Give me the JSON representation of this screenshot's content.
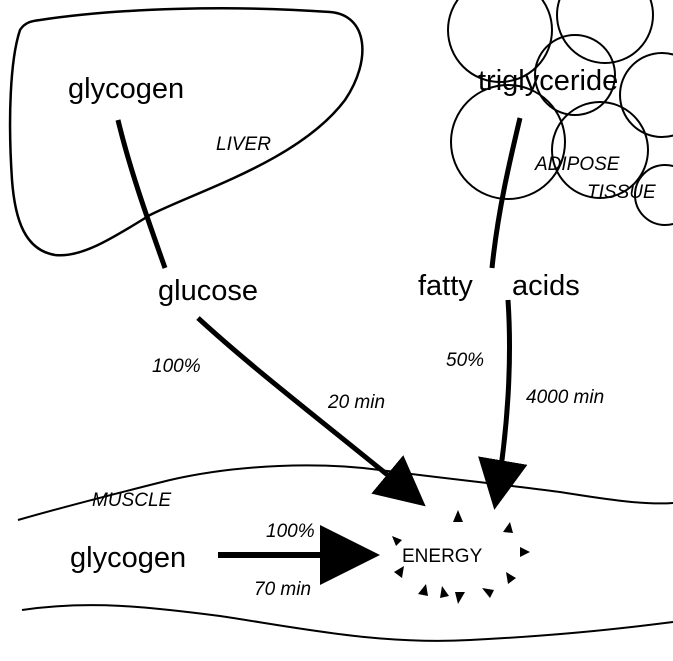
{
  "liver": {
    "substrate": "glycogen",
    "organ_label": "LIVER",
    "product": "glucose",
    "percent": "100%",
    "time": "20 min"
  },
  "adipose": {
    "substrate": "triglyceride",
    "organ_label_line1": "ADIPOSE",
    "organ_label_line2": "TISSUE",
    "product_word1": "fatty",
    "product_word2": "acids",
    "percent": "50%",
    "time": "4000 min"
  },
  "muscle": {
    "organ_label": "MUSCLE",
    "substrate": "glycogen",
    "percent": "100%",
    "time": "70 min"
  },
  "energy": {
    "label": "ENERGY"
  }
}
